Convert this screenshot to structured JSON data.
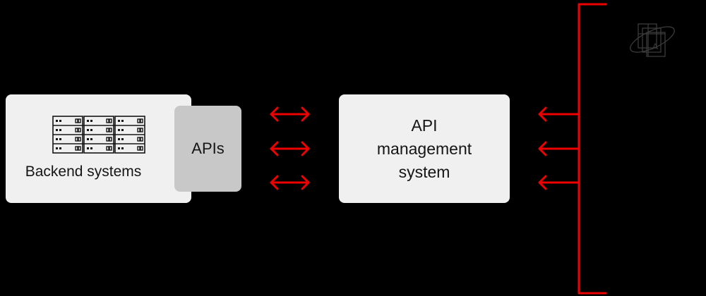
{
  "nodes": {
    "backend": {
      "label": "Backend systems"
    },
    "apis": {
      "label": "APIs"
    },
    "apim": {
      "label": "API\nmanagement\nsystem"
    }
  },
  "colors": {
    "background": "#000000",
    "box_light": "#f0f0f0",
    "box_gray": "#c8c8c8",
    "accent_red": "#ee0000"
  },
  "icons": {
    "server": "server-rack-icon",
    "logo": "watermark-logo"
  }
}
